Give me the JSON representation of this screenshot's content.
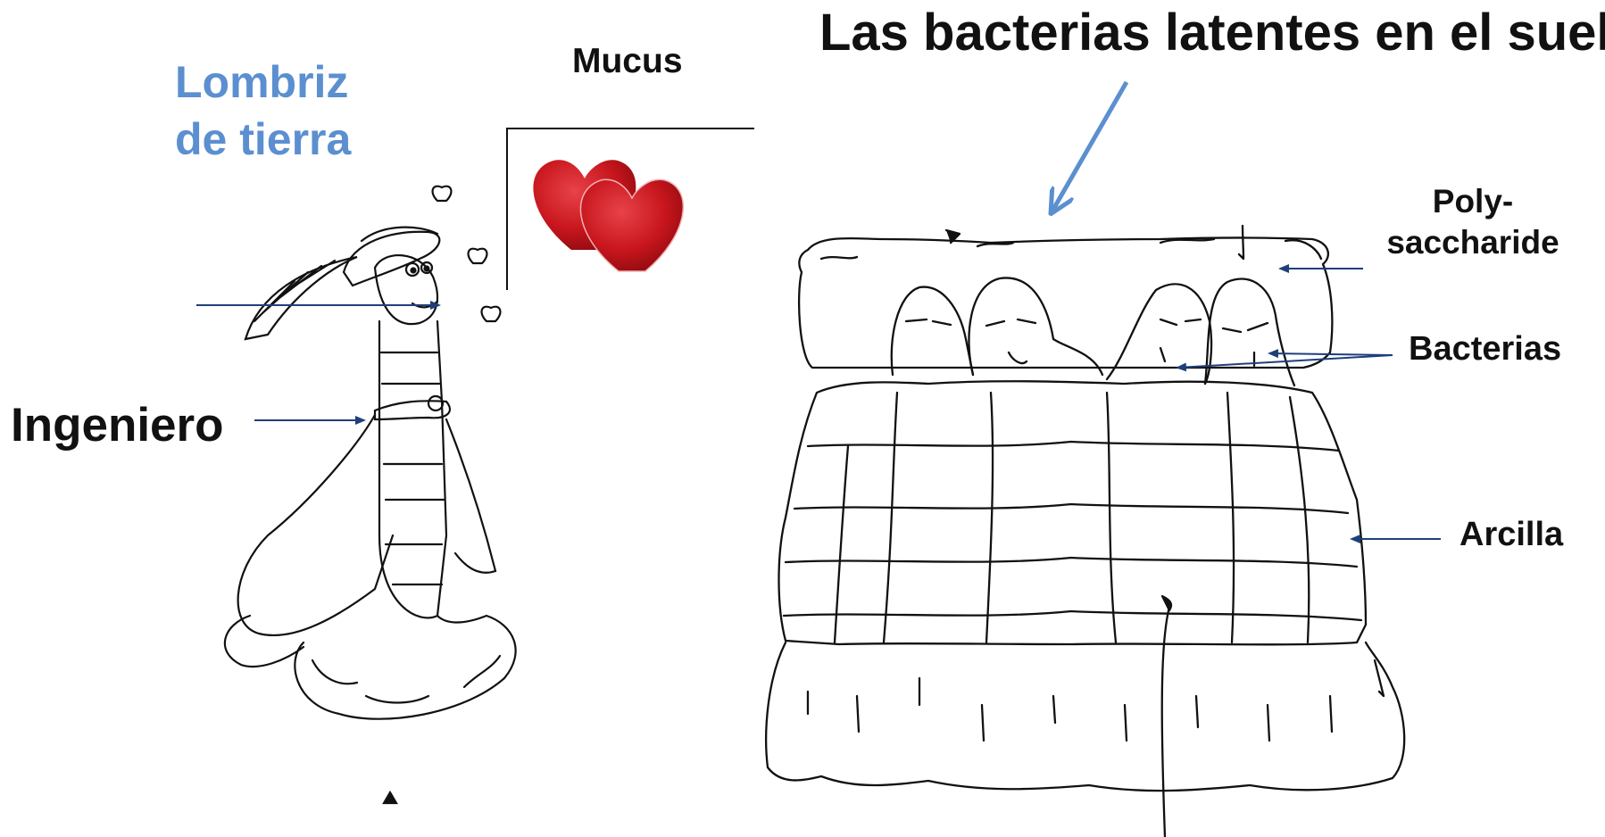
{
  "title": "Las bacterias latentes en el suelo",
  "worm_label": {
    "line1": "Lombriz",
    "line2": "de tierra"
  },
  "mucus_label": "Mucus",
  "engineer_label": "Ingeniero",
  "polysaccharide_label": {
    "line1": "Poly-",
    "line2": "saccharide"
  },
  "bacteria_label": "Bacterias",
  "clay_label": "Arcilla",
  "colors": {
    "worm_label": "#5b8fd0",
    "title_arrow": "#5b8fd0",
    "pointer_arrows": "#1f3f7a",
    "hearts": "#c8161d",
    "ink": "#111111"
  }
}
